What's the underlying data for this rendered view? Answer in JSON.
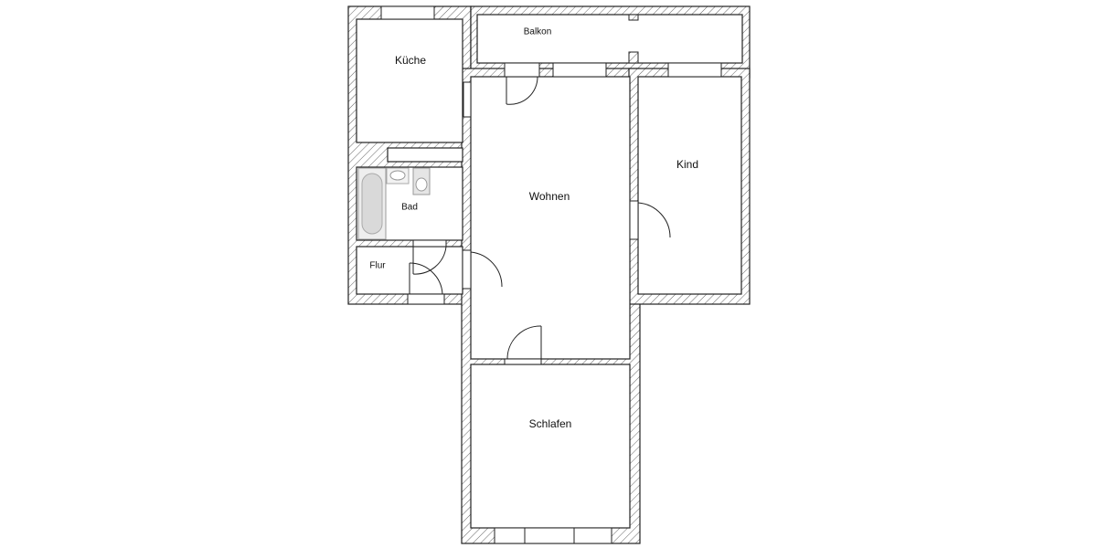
{
  "plan": {
    "rooms": [
      {
        "id": "kueche",
        "label": "Küche"
      },
      {
        "id": "balkon",
        "label": "Balkon"
      },
      {
        "id": "wohnen",
        "label": "Wohnen"
      },
      {
        "id": "kind",
        "label": "Kind"
      },
      {
        "id": "bad",
        "label": "Bad"
      },
      {
        "id": "flur",
        "label": "Flur"
      },
      {
        "id": "schlafen",
        "label": "Schlafen"
      }
    ]
  },
  "colors": {
    "wall_line": "#222222",
    "hatch": "#555555",
    "background": "#ffffff"
  }
}
